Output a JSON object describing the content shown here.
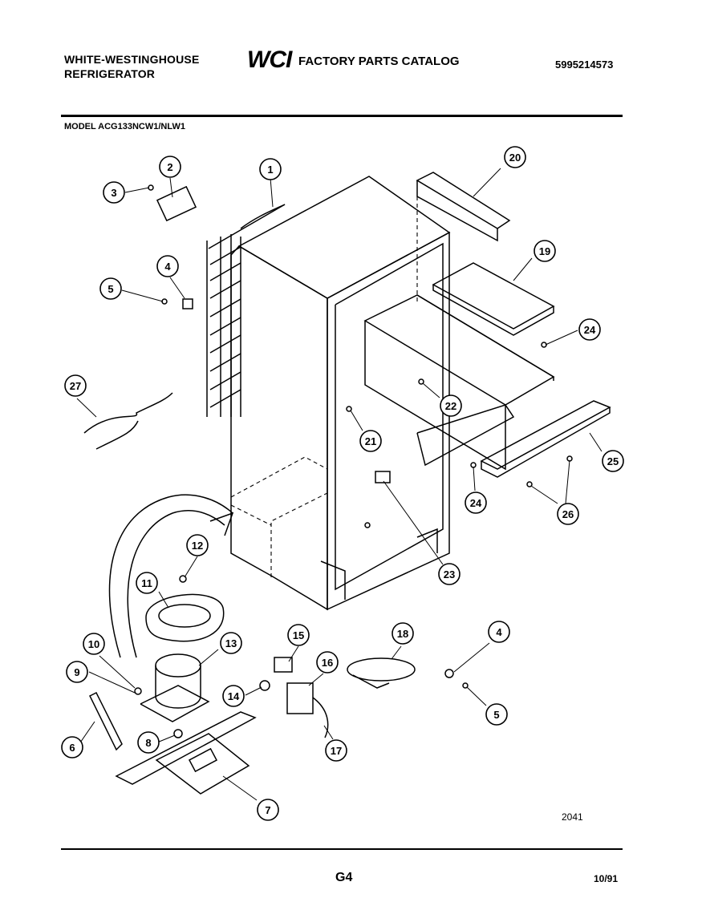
{
  "header": {
    "brand_line1": "WHITE-WESTINGHOUSE",
    "brand_line2": "REFRIGERATOR",
    "logo_text": "WCI",
    "catalog_title": "FACTORY PARTS CATALOG",
    "part_number": "5995214573",
    "model": "MODEL ACG133NCW1/NLW1"
  },
  "diagram": {
    "callouts": [
      "1",
      "2",
      "3",
      "4",
      "5",
      "6",
      "7",
      "8",
      "9",
      "10",
      "11",
      "12",
      "13",
      "14",
      "15",
      "16",
      "17",
      "18",
      "19",
      "20",
      "21",
      "22",
      "23",
      "24",
      "24",
      "25",
      "26",
      "27",
      "4",
      "5"
    ],
    "drawing_number": "2041"
  },
  "footer": {
    "page_code": "G4",
    "date": "10/91"
  }
}
